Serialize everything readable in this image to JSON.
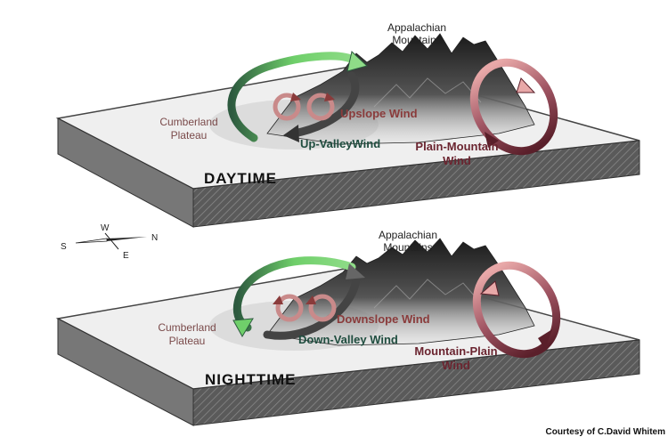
{
  "diagram": {
    "compass": {
      "north": "N",
      "south": "S",
      "east": "E",
      "west": "W"
    },
    "credit": "Courtesy of C.David Whitem",
    "panels": [
      {
        "time_label": "DAYTIME",
        "mountains_label_1": "Appalachian",
        "mountains_label_2": "Mountains",
        "plateau_label_1": "Cumberland",
        "plateau_label_2": "Plateau",
        "slope_wind": "Upslope Wind",
        "valley_wind": "Up-ValleyWind",
        "plain_wind_1": "Plain-Mountain",
        "plain_wind_2": "Wind"
      },
      {
        "time_label": "NIGHTTIME",
        "mountains_label_1": "Appalachian",
        "mountains_label_2": "Mountains",
        "plateau_label_1": "Cumberland",
        "plateau_label_2": "Plateau",
        "slope_wind": "Downslope Wind",
        "valley_wind": "Down-Valley Wind",
        "plain_wind_1": "Mountain-Plain",
        "plain_wind_2": "Wind"
      }
    ],
    "colors": {
      "valley_arrow_light": "#6fcf6a",
      "valley_arrow_dark": "#2d5a3f",
      "slope_arrow": "#c98a8a",
      "plain_arrow_light": "#e8a8a8",
      "plain_arrow_dark": "#5a1f2a",
      "slab_top": "#f1f1f1",
      "slab_side": "#555555"
    }
  }
}
